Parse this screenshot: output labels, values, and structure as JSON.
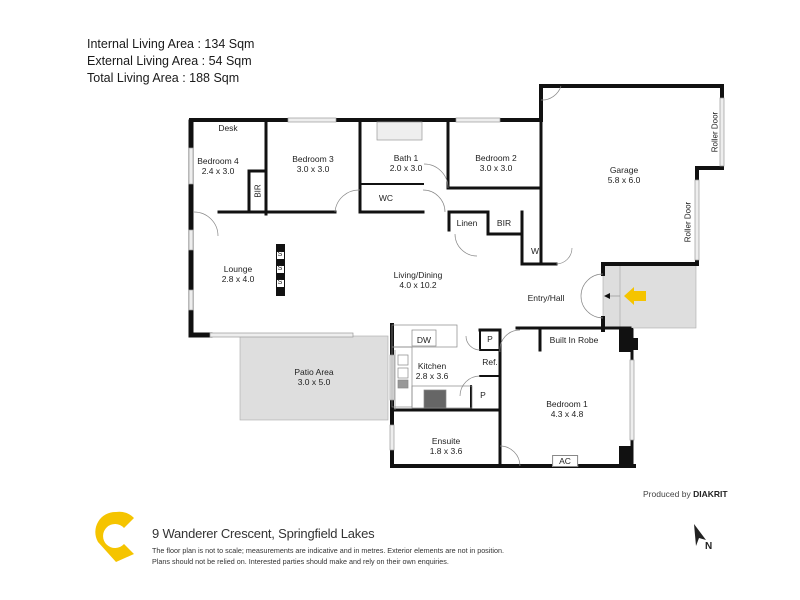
{
  "summary": {
    "internal": "Internal Living Area : 134 Sqm",
    "external": "External Living Area : 54 Sqm",
    "total": "Total Living Area : 188 Sqm"
  },
  "rooms": {
    "desk": {
      "name": "Desk"
    },
    "bedroom4": {
      "name": "Bedroom 4",
      "size": "2.4 x 3.0"
    },
    "bir_bed4": {
      "name": "BIR"
    },
    "bedroom3": {
      "name": "Bedroom 3",
      "size": "3.0 x 3.0"
    },
    "bath1": {
      "name": "Bath 1",
      "size": "2.0 x 3.0"
    },
    "wc": {
      "name": "WC"
    },
    "bedroom2": {
      "name": "Bedroom 2",
      "size": "3.0 x 3.0"
    },
    "linen": {
      "name": "Linen"
    },
    "bir_bed2": {
      "name": "BIR"
    },
    "w": {
      "name": "W"
    },
    "garage": {
      "name": "Garage",
      "size": "5.8 x 6.0"
    },
    "roller_door_1": {
      "name": "Roller Door"
    },
    "roller_door_2": {
      "name": "Roller Door"
    },
    "lounge": {
      "name": "Lounge",
      "size": "2.8 x 4.0"
    },
    "living_dining": {
      "name": "Living/Dining",
      "size": "4.0 x 10.2"
    },
    "entry_hall": {
      "name": "Entry/Hall"
    },
    "patio": {
      "name": "Patio Area",
      "size": "3.0 x 5.0"
    },
    "dw": {
      "name": "DW"
    },
    "kitchen": {
      "name": "Kitchen",
      "size": "2.8 x 3.6"
    },
    "pantry1": {
      "name": "P"
    },
    "ref": {
      "name": "Ref."
    },
    "pantry2": {
      "name": "P"
    },
    "built_in_robe": {
      "name": "Built In Robe"
    },
    "bedroom1": {
      "name": "Bedroom 1",
      "size": "4.3 x 4.8"
    },
    "ensuite": {
      "name": "Ensuite",
      "size": "1.8 x 3.6"
    },
    "ac": {
      "name": "AC"
    },
    "speakers": [
      "S",
      "S",
      "S"
    ]
  },
  "footer": {
    "address": "9 Wanderer Crescent, Springfield Lakes",
    "disclaimer_line1": "The floor plan is not to scale; measurements are indicative and in metres. Exterior elements are not in position.",
    "disclaimer_line2": "Plans should not be relied on. Interested parties should make and rely on their own enquiries.",
    "produced_by_prefix": "Produced by",
    "produced_by_brand": "DIAKRIT",
    "north_label": "N"
  },
  "colors": {
    "wall": "#111111",
    "outdoor_fill": "#dedede",
    "brand_yellow": "#f5c400",
    "window": "#cccccc"
  }
}
